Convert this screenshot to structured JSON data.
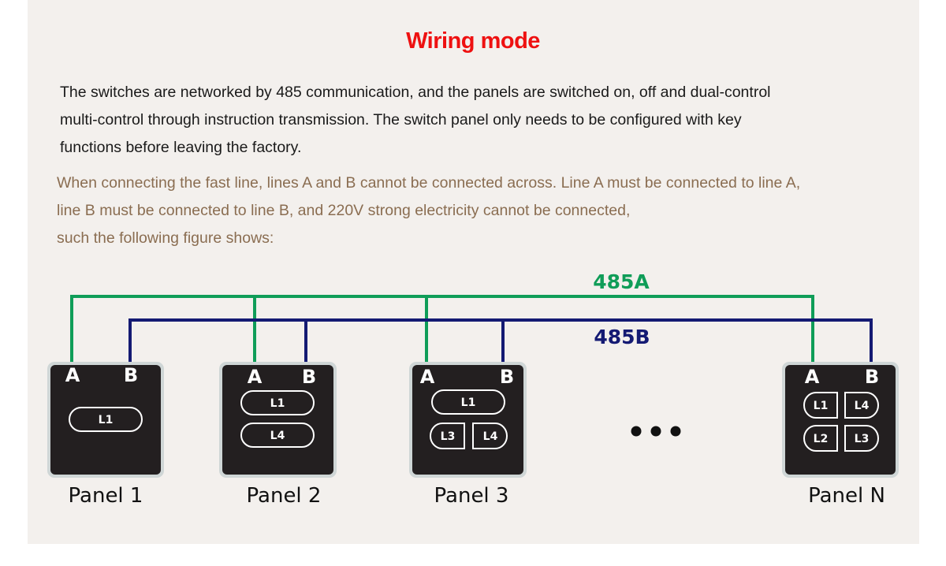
{
  "title": "Wiring mode",
  "intro_lines": [
    "The switches are networked by 485 communication, and the panels are switched on, off and dual-control",
    "multi-control through instruction transmission. The switch panel only needs to be configured with key",
    "functions before leaving the factory."
  ],
  "note_lines": [
    "When connecting the fast line, lines A and B cannot be connected across. Line A must be connected to line A,",
    "line B must be connected to line B, and 220V strong electricity cannot be connected,",
    "such the following figure shows:"
  ],
  "colors": {
    "title": "#ee1111",
    "line_a": "#0f9d58",
    "line_b": "#141a73",
    "panel_body": "#231f20",
    "panel_border": "#cfd6d6",
    "note_text": "#8a6d51"
  },
  "diagram": {
    "bus_a_label": "485A",
    "bus_b_label": "485B",
    "terminal_a": "A",
    "terminal_b": "B",
    "ellipsis": "• • •",
    "panels": [
      {
        "name": "Panel 1",
        "layout": "single",
        "keys": [
          "L1"
        ]
      },
      {
        "name": "Panel 2",
        "layout": "double",
        "keys": [
          "L1",
          "L4"
        ]
      },
      {
        "name": "Panel 3",
        "layout": "one-plus-two",
        "keys": [
          "L1",
          "L3",
          "L4"
        ]
      },
      {
        "name": "Panel N",
        "layout": "quad",
        "keys": [
          "L1",
          "L4",
          "L2",
          "L3"
        ]
      }
    ]
  }
}
